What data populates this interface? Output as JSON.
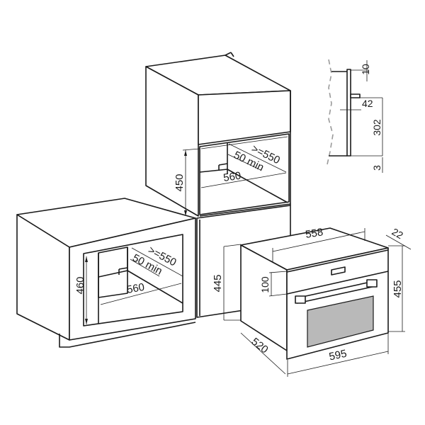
{
  "diagram": {
    "type": "built-in oven installation dimensions",
    "colors": {
      "line": "#1a1a1a",
      "window": "#b9b9b9",
      "background": "#ffffff",
      "dashed": "#9a9a9a"
    },
    "tall_cabinet": {
      "height": "450",
      "depth_min": ">=550",
      "vent_gap": "50 min",
      "width": "560"
    },
    "under_counter_cabinet": {
      "height": "460",
      "depth_min": ">=550",
      "vent_gap": "50 min",
      "width": "560"
    },
    "oven": {
      "body_width": "558",
      "front_thickness": "22",
      "front_height": "455",
      "body_height": "445",
      "control_panel_height": "100",
      "depth": "520",
      "front_width": "595"
    },
    "side_detail": {
      "top_offset": "10",
      "bracket": "42",
      "height": "302",
      "bottom_offset": "3"
    }
  }
}
